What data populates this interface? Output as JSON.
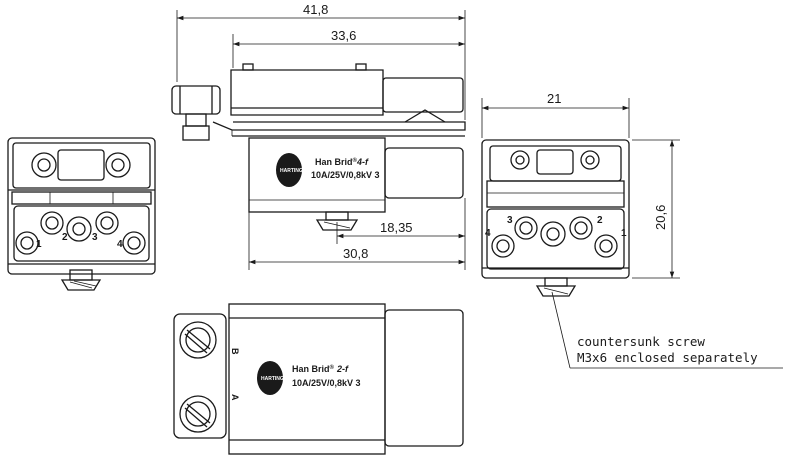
{
  "dimensions": {
    "overall_length": "41,8",
    "body_length": "33,6",
    "width": "21",
    "height": "20,6",
    "pin_offset": "18,35",
    "base_length": "30,8"
  },
  "side_label": {
    "name": "Han Brid",
    "reg": "®",
    "variant": "4-f",
    "rating": "10A/25V/0,8kV 3"
  },
  "top_label": {
    "name": "Han Brid",
    "reg": "®",
    "variant": "2-f",
    "rating": "10A/25V/0,8kV 3"
  },
  "logo_text": "HARTING",
  "left_view_pins": [
    "1",
    "2",
    "3",
    "4"
  ],
  "right_view_pins": [
    "4",
    "3",
    "2",
    "1"
  ],
  "side_markings": {
    "b": "B",
    "a": "A"
  },
  "note": {
    "line1": "countersunk screw",
    "line2": "M3x6 enclosed separately"
  }
}
